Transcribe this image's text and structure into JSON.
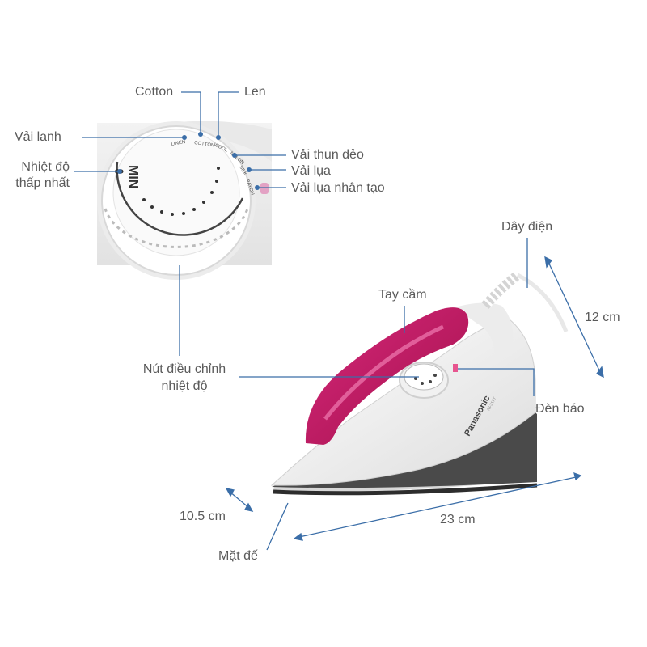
{
  "callouts": {
    "cotton": "Cotton",
    "len": "Len",
    "vai_lanh": "Vải lanh",
    "nhiet_do_thap_nhat_1": "Nhiệt độ",
    "nhiet_do_thap_nhat_2": "thấp nhất",
    "vai_thun_deo": "Vải thun dẻo",
    "vai_lua": "Vải lụa",
    "vai_lua_nhan_tao": "Vải lụa nhân tạo",
    "day_dien": "Dây điện",
    "tay_cam": "Tay cầm",
    "nut_dieu_chinh_1": "Nút điều chỉnh",
    "nut_dieu_chinh_2": "nhiệt độ",
    "den_bao": "Đèn báo",
    "mat_de": "Mặt đế"
  },
  "dimensions": {
    "height": "12 cm",
    "width": "10.5 cm",
    "length": "23 cm"
  },
  "dial": {
    "min_label": "MIN",
    "settings": [
      "LINEN",
      "COTTON",
      "WOOL",
      "NYLON",
      "SILK",
      "RAYON"
    ]
  },
  "product": {
    "brand": "Panasonic",
    "model": "NI-317T"
  },
  "colors": {
    "handle": "#c2185b",
    "body": "#f4f4f4",
    "soleplate": "#3a3a3a",
    "line": "#3b6ea8"
  }
}
